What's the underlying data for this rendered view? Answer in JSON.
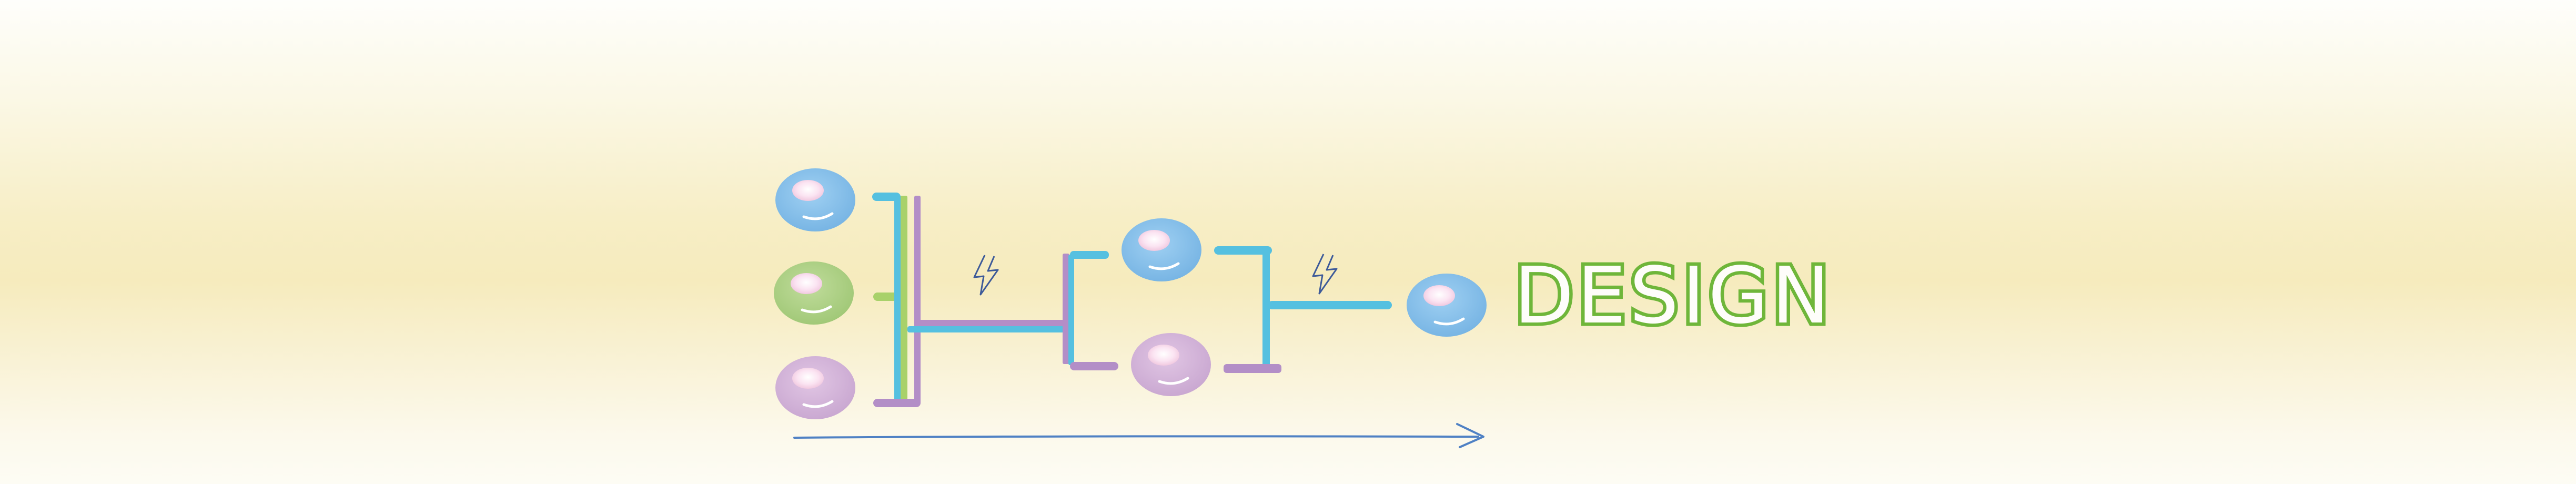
{
  "diagram": {
    "word": "DESIGN",
    "colors": {
      "blue": "#55c0e0",
      "green": "#a8d16a",
      "purple": "#b38ec7",
      "word_fill": "#fefdfa",
      "word_stroke": "#6fb63a",
      "arrow": "#4f81c4",
      "lightning": "#3d5a99",
      "ball_blue": "#88c2eb",
      "ball_green": "#afd285",
      "ball_purple": "#d4b5da"
    },
    "nodes": [
      {
        "id": "input-1",
        "color": "blue"
      },
      {
        "id": "input-2",
        "color": "green"
      },
      {
        "id": "input-3",
        "color": "purple"
      },
      {
        "id": "intermediate-1",
        "color": "blue"
      },
      {
        "id": "intermediate-2",
        "color": "purple"
      },
      {
        "id": "output",
        "color": "blue"
      }
    ]
  }
}
